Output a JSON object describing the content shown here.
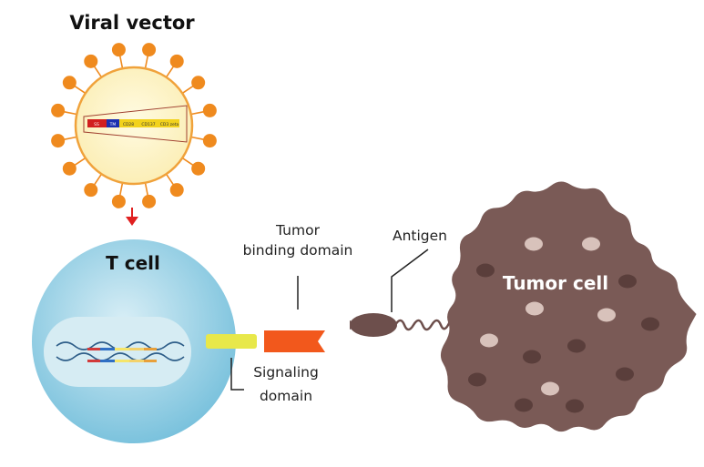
{
  "viral_vector": {
    "title": "Viral vector",
    "construct_segments": [
      "SS",
      "TM",
      "CD28",
      "CD137",
      "CD3 zeta"
    ]
  },
  "t_cell": {
    "label": "T cell"
  },
  "tumor_binding_domain": {
    "line1": "Tumor",
    "line2": "binding domain"
  },
  "signaling_domain": {
    "line1": "Signaling",
    "line2": "domain"
  },
  "antigen": {
    "label": "Antigen"
  },
  "tumor_cell": {
    "label": "Tumor cell"
  },
  "colors": {
    "virus_fill": "#fdf5c4",
    "virus_stroke": "#f0a23b",
    "spike": "#ef8a1e",
    "arrow": "#e02020",
    "t_cell": "#7ec6de",
    "nucleus": "#cfe8f1",
    "signaling": "#e8e84a",
    "binding": "#f2581c",
    "tumor": "#7a5a56",
    "tumor_spot_light": "#d8c2bb",
    "tumor_spot_dark": "#5a3e3b"
  }
}
